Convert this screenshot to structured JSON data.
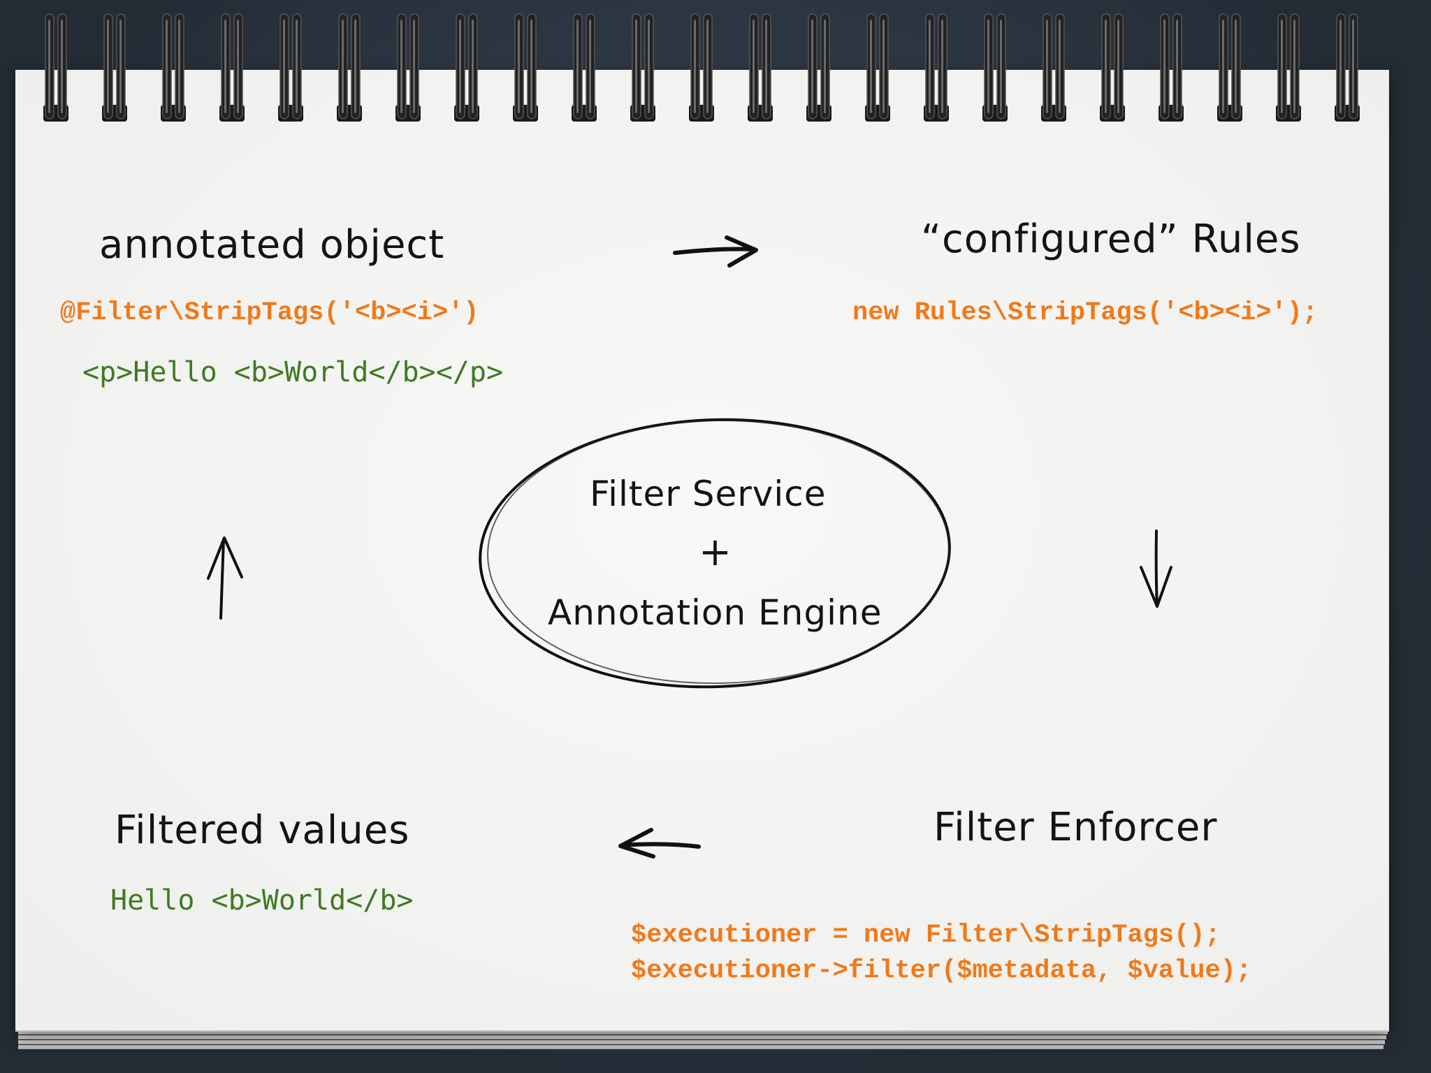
{
  "nodes": {
    "annotated_object": {
      "title": "annotated object",
      "code": "@Filter\\StripTags('<b><i>')",
      "sample": "<p>Hello <b>World</b></p>"
    },
    "configured_rules": {
      "title": "“configured” Rules",
      "code": "new Rules\\StripTags('<b><i>');"
    },
    "center": {
      "line1": "Filter Service",
      "plus": "+",
      "line2": "Annotation Engine"
    },
    "filter_enforcer": {
      "title": "Filter Enforcer",
      "code_line1": "$executioner = new Filter\\StripTags();",
      "code_line2": "$executioner->filter($metadata, $value);"
    },
    "filtered_values": {
      "title": "Filtered values",
      "sample": "Hello <b>World</b>"
    }
  },
  "colors": {
    "code": "#ef7a1a",
    "sample": "#3f7a22",
    "ink": "#141414",
    "paper": "#f3f3f2"
  }
}
